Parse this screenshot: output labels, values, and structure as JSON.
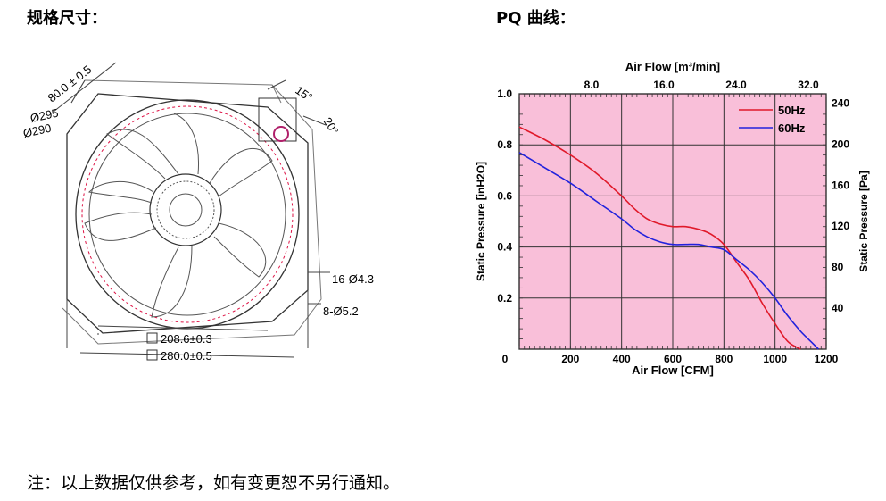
{
  "headings": {
    "left": "规格尺寸：",
    "right": "PQ 曲线："
  },
  "drawing": {
    "dims": {
      "depth": "80.0 ± 0.5",
      "diam_outer": "Ø295",
      "diam_inner": "Ø290",
      "angle1": "15°",
      "angle2": "20°",
      "holes1": "16-Ø4.3",
      "holes2": "8-Ø5.2",
      "square1": "208.6±0.3",
      "square2": "280.0±0.5"
    }
  },
  "chart_data": {
    "type": "line",
    "xlabel_bottom": "Air Flow  [CFM]",
    "xlabel_top": "Air Flow  [m³/min]",
    "ylabel_left": "Static Pressure [inH2O]",
    "ylabel_right": "Static Pressure [Pa]",
    "xlim": [
      0,
      1200
    ],
    "ylim": [
      0,
      1.0
    ],
    "x_ticks": [
      "0",
      "200",
      "400",
      "600",
      "800",
      "1000",
      "1200"
    ],
    "y_ticks": [
      "0",
      "0.2",
      "0.4",
      "0.6",
      "0.8",
      "1.0"
    ],
    "top_ticks": [
      "8.0",
      "16.0",
      "24.0",
      "32.0"
    ],
    "right_ticks": [
      "40",
      "80",
      "120",
      "160",
      "200",
      "240"
    ],
    "background": "#f9bfd9",
    "grid": true,
    "legend_position": "top-right",
    "series": [
      {
        "name": "50Hz",
        "color": "#e0192a",
        "x": [
          0,
          100,
          200,
          300,
          400,
          450,
          500,
          550,
          600,
          650,
          700,
          750,
          800,
          850,
          900,
          950,
          1000,
          1050,
          1100
        ],
        "y": [
          0.87,
          0.82,
          0.76,
          0.69,
          0.6,
          0.55,
          0.51,
          0.49,
          0.48,
          0.48,
          0.47,
          0.45,
          0.41,
          0.34,
          0.27,
          0.18,
          0.1,
          0.03,
          0.0
        ]
      },
      {
        "name": "60Hz",
        "color": "#2222dd",
        "x": [
          0,
          100,
          200,
          300,
          400,
          450,
          500,
          550,
          600,
          650,
          700,
          750,
          800,
          850,
          900,
          950,
          1000,
          1050,
          1100,
          1150,
          1170
        ],
        "y": [
          0.77,
          0.71,
          0.65,
          0.58,
          0.51,
          0.47,
          0.44,
          0.42,
          0.41,
          0.41,
          0.41,
          0.4,
          0.39,
          0.35,
          0.31,
          0.26,
          0.2,
          0.13,
          0.07,
          0.02,
          0.0
        ]
      }
    ]
  },
  "note": "注：以上数据仅供参考，如有变更恕不另行通知。"
}
